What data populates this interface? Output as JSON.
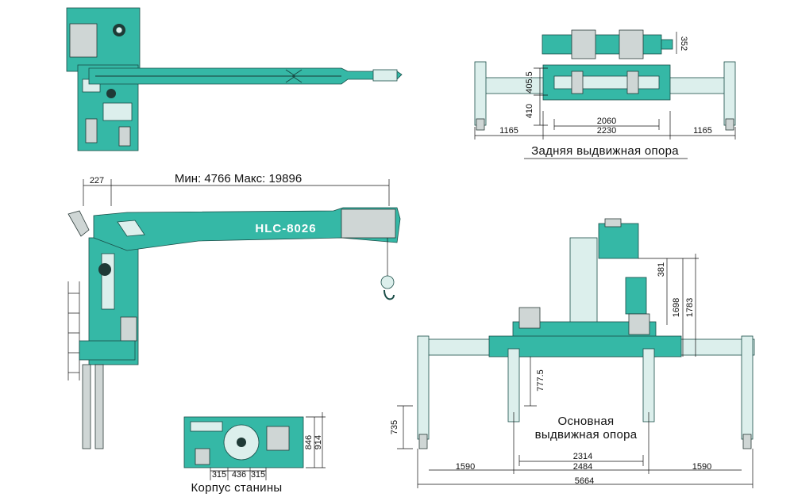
{
  "model_label": "HLC-8026",
  "top_view": {
    "boom_span_label": "Мин: 4766 Макс: 19896",
    "rear_overhang": "227"
  },
  "rear_outrigger": {
    "caption": "Задняя выдвижная опора",
    "dims": {
      "height_box": "352",
      "h1": "410",
      "h2": "405.5",
      "inner": "2060",
      "between": "2230",
      "left": "1165",
      "right": "1165"
    }
  },
  "main_outrigger": {
    "caption_line1": "Основная",
    "caption_line2": "выдвижная опора",
    "dims": {
      "top_offset": "381",
      "h_mid": "1698",
      "h_total": "1783",
      "leg_height": "777.5",
      "foot_height": "735",
      "inner": "2314",
      "between": "2484",
      "left": "1590",
      "right": "1590",
      "total": "5664"
    }
  },
  "frame_body": {
    "caption": "Корпус станины",
    "dims": {
      "h1": "846",
      "h2": "914",
      "w1": "315",
      "w2": "436",
      "w3": "315"
    }
  }
}
